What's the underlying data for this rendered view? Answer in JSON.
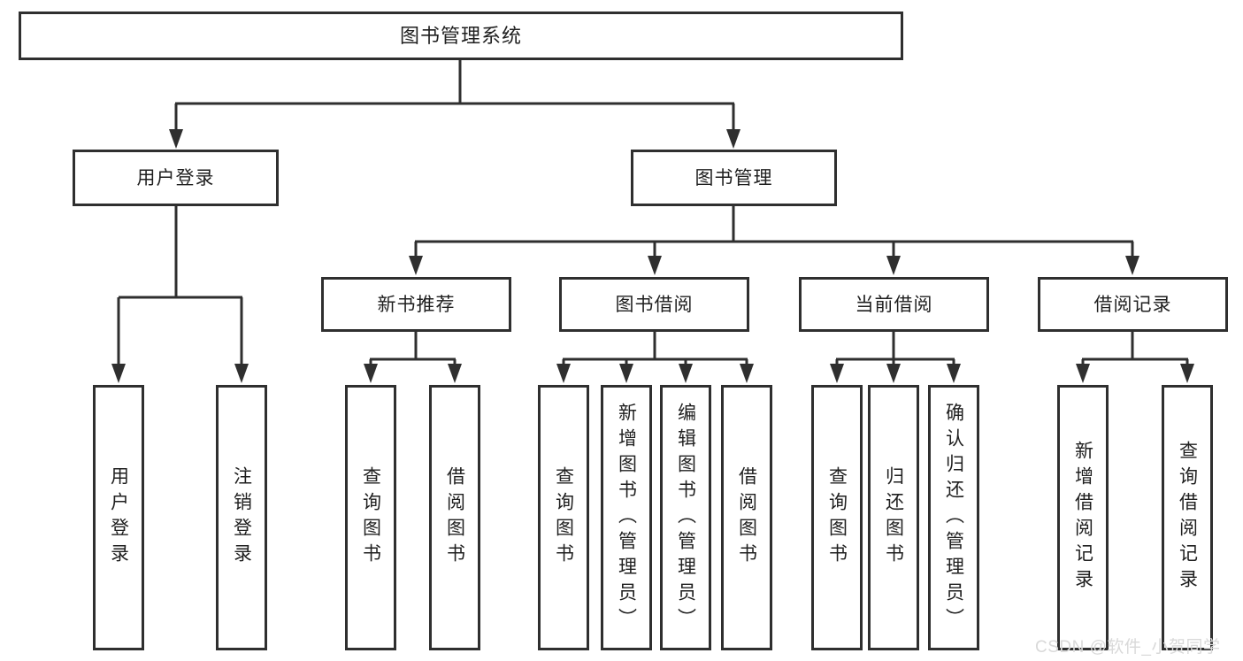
{
  "diagram": {
    "root": {
      "label": "图书管理系统"
    },
    "level2": [
      {
        "label": "用户登录"
      },
      {
        "label": "图书管理"
      }
    ],
    "level3": [
      {
        "label": "新书推荐"
      },
      {
        "label": "图书借阅"
      },
      {
        "label": "当前借阅"
      },
      {
        "label": "借阅记录"
      }
    ],
    "leaves": {
      "login": [
        {
          "label": "用户登录"
        },
        {
          "label": "注销登录"
        }
      ],
      "recommend": [
        {
          "label": "查询图书"
        },
        {
          "label": "借阅图书"
        }
      ],
      "borrow": [
        {
          "label": "查询图书"
        },
        {
          "label": "新增图书（管理员）"
        },
        {
          "label": "编辑图书（管理员）"
        },
        {
          "label": "借阅图书"
        }
      ],
      "current": [
        {
          "label": "查询图书"
        },
        {
          "label": "归还图书"
        },
        {
          "label": "确认归还（管理员）"
        }
      ],
      "records": [
        {
          "label": "新增借阅记录"
        },
        {
          "label": "查询借阅记录"
        }
      ]
    },
    "watermark": "CSDN @软件_小贺同学",
    "colors": {
      "line": "#2f2f2f",
      "box_background": "#ffffff",
      "text": "#1f1f1f",
      "watermark": "#d9d9d9"
    }
  }
}
